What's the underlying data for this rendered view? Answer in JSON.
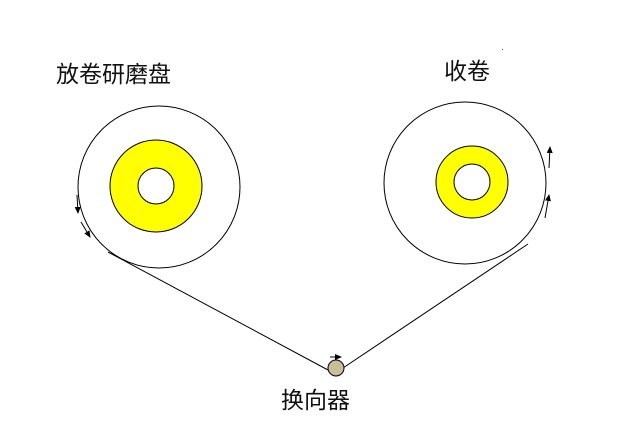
{
  "labels": {
    "left_reel": "放卷研磨盘",
    "right_reel": "收卷",
    "bottom_roller": "换向器"
  },
  "colors": {
    "stroke": "#000000",
    "core_fill": "#ffff00",
    "roller_fill": "#c7bf96",
    "background": "#ffffff"
  }
}
